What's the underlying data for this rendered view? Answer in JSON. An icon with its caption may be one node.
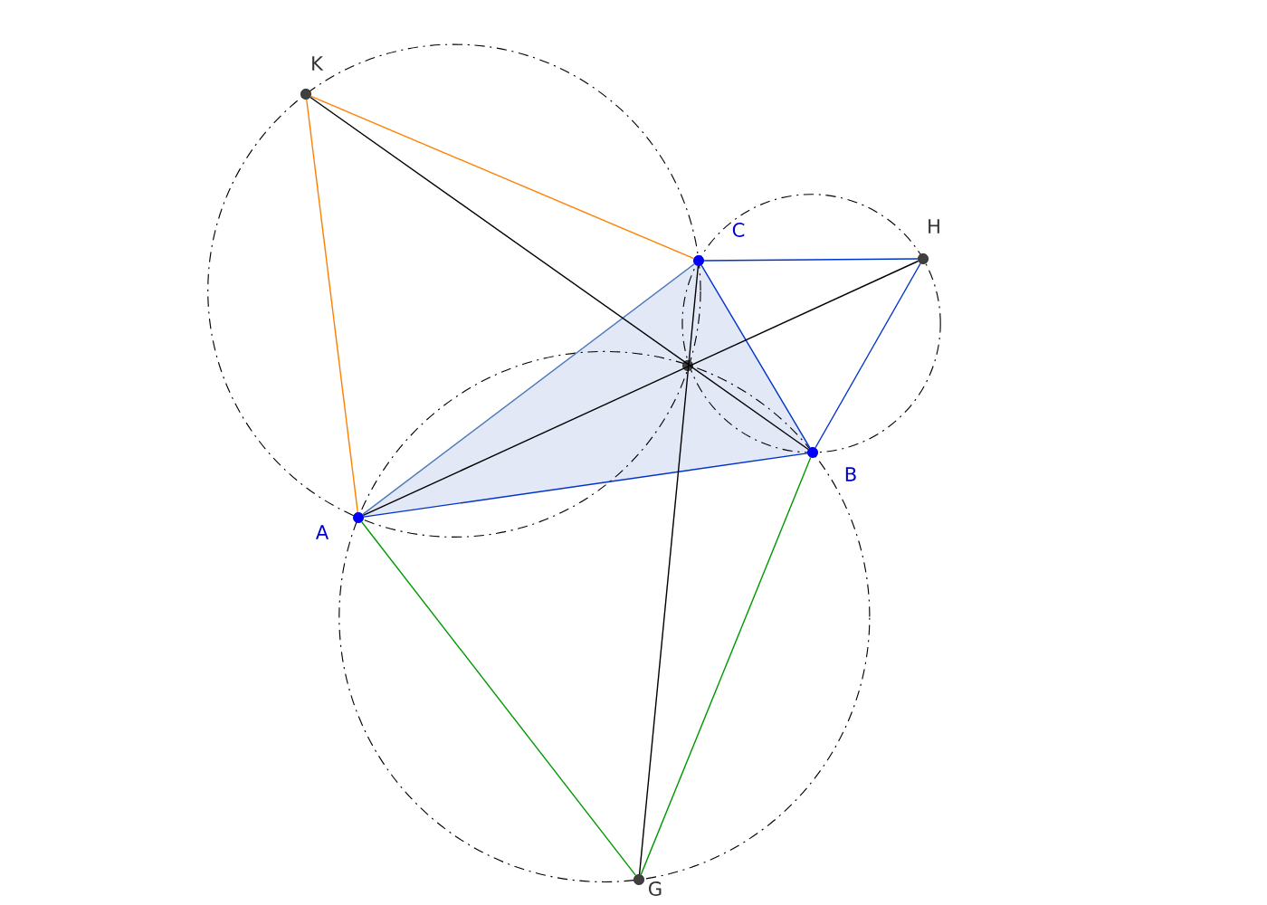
{
  "diagram": {
    "nodes": [
      {
        "text": [
          "A"
        ]
      },
      {
        "text": [
          "B"
        ]
      },
      {
        "text": [
          "C"
        ]
      },
      {
        "text": [
          "K"
        ]
      },
      {
        "text": [
          "H"
        ]
      },
      {
        "text": [
          "G"
        ]
      },
      {
        "text": [],
        "shape": "circle"
      }
    ],
    "edges": [
      {
        "from": 3,
        "to": 2,
        "arrow": "none",
        "color": "#ff8000"
      },
      {
        "from": 3,
        "to": 0,
        "arrow": "none",
        "color": "#ff8000"
      },
      {
        "from": 2,
        "to": 4,
        "arrow": "none",
        "color": "#0033cc"
      },
      {
        "from": 4,
        "to": 1,
        "arrow": "none",
        "color": "#0033cc"
      },
      {
        "from": 0,
        "to": 5,
        "arrow": "none",
        "color": "#009900"
      },
      {
        "from": 5,
        "to": 1,
        "arrow": "none",
        "color": "#009900"
      },
      {
        "from": 0,
        "to": 1,
        "arrow": "none",
        "color": "#0033cc"
      },
      {
        "from": 1,
        "to": 2,
        "arrow": "none",
        "color": "#0033cc"
      },
      {
        "from": 0,
        "to": 2,
        "arrow": "none",
        "color": "#4a78b8"
      },
      {
        "from": 3,
        "to": 1,
        "arrow": "none",
        "color": "#000000"
      },
      {
        "from": 0,
        "to": 4,
        "arrow": "none",
        "color": "#000000"
      },
      {
        "from": 2,
        "to": 5,
        "arrow": "none",
        "color": "#000000"
      }
    ]
  }
}
